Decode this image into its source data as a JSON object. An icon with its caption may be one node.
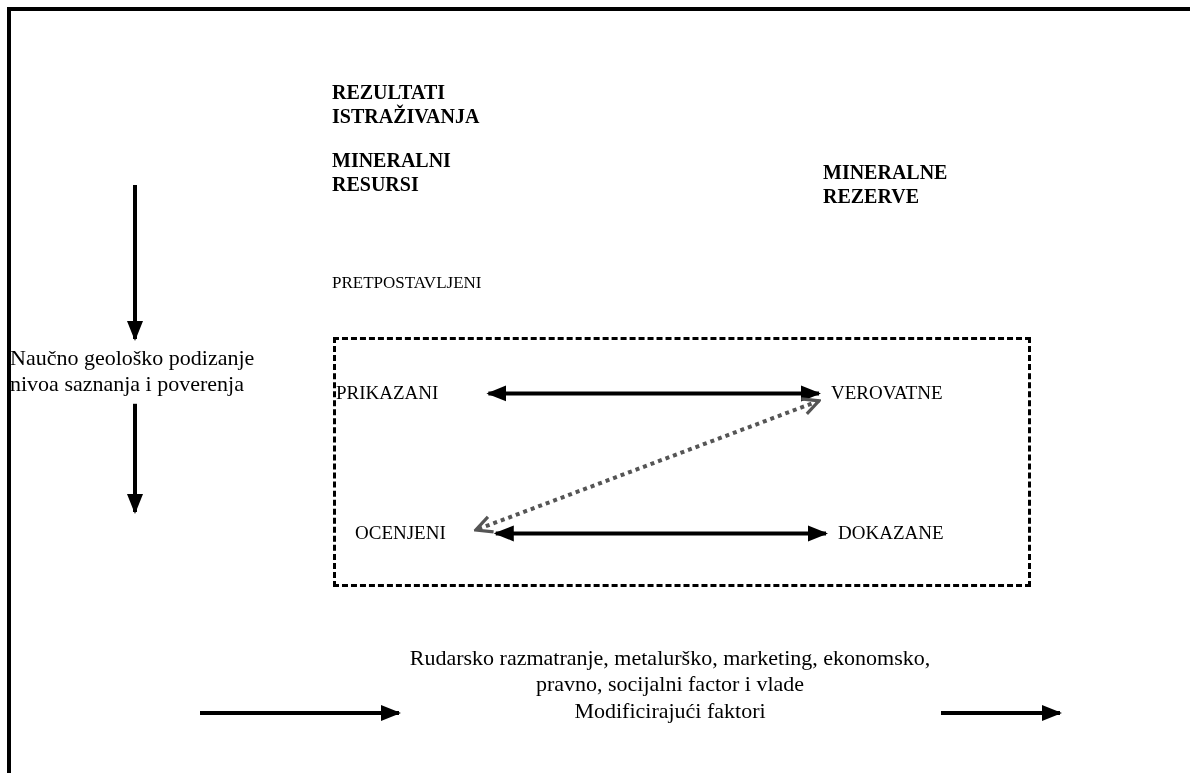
{
  "diagram": {
    "nodes": [
      {
        "text": [
          "Naučno geološko podizanje nivoa saznanja i poverenja"
        ]
      },
      {
        "text": [],
        "shape": "box"
      },
      {
        "text": [
          "PRIKAZANI"
        ],
        "in": 1
      },
      {
        "text": [
          "VEROVATNE"
        ],
        "in": 1
      },
      {
        "text": [
          "OCENJENI"
        ],
        "in": 1
      },
      {
        "text": [
          "DOKAZANE"
        ],
        "in": 1
      },
      {
        "text": [
          "Rudarsko razmatranje, metalurško, marketing, ekonomsko, pravno, socijalni factor i vlade",
          "Modificirajući faktori"
        ]
      }
    ],
    "edges": [
      {
        "from": null,
        "to": 0,
        "arrow": "to"
      },
      {
        "from": 0,
        "to": null,
        "arrow": "to"
      },
      {
        "from": 2,
        "to": 3,
        "arrow": "both"
      },
      {
        "from": 3,
        "to": 4,
        "arrow": "both",
        "style": "dashed",
        "color": "#555555"
      },
      {
        "from": 4,
        "to": 5,
        "arrow": "both"
      },
      {
        "from": null,
        "to": 6,
        "arrow": "to"
      },
      {
        "from": 6,
        "to": null,
        "arrow": "to"
      }
    ],
    "labels": [
      "REZULTATI ISTRAŽIVANJA",
      "MINERALNI RESURSI",
      "MINERALNE REZERVE",
      "PRETPOSTAVLJENI"
    ]
  }
}
